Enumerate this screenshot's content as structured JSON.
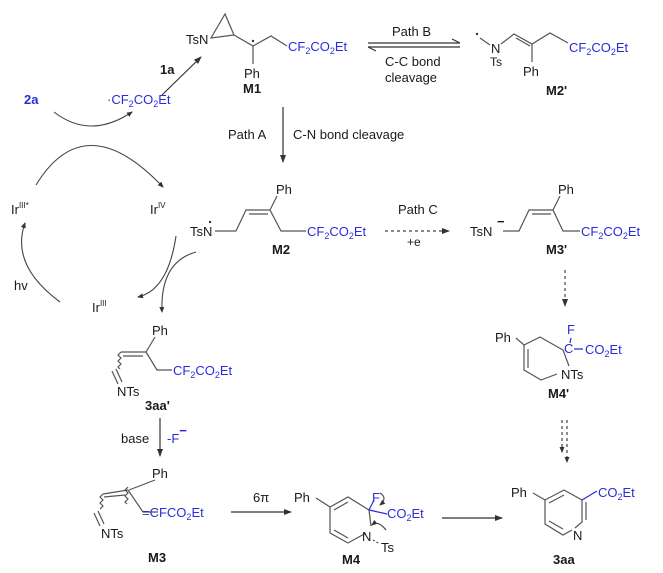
{
  "title": "Proposed mechanism for photoredox aziridine ring-opening / pyridine formation",
  "colors": {
    "highlight": "#2b2bd9",
    "text": "#1a1a1a",
    "bond": "#555555"
  },
  "reagents": {
    "r1a": "1a",
    "r2a": "2a",
    "radical": "·CF2CO2Et",
    "radical_parts": [
      "·CF",
      "2",
      "CO",
      "2",
      "Et"
    ]
  },
  "catalyst": {
    "ir_excited": "Ir",
    "ir_excited_sup": "III*",
    "ir_iv": "Ir",
    "ir_iv_sup": "IV",
    "ir_iii": "Ir",
    "ir_iii_sup": "III",
    "light": "hv"
  },
  "paths": {
    "path_a": "Path A",
    "path_a_desc": "C-N bond cleavage",
    "path_b": "Path B",
    "path_b_desc_1": "C-C bond",
    "path_b_desc_2": "cleavage",
    "path_c": "Path C",
    "path_c_desc": "+e",
    "base": "base",
    "fluoride_loss": "-F",
    "fluoride_charge": "−",
    "six_pi": "6π"
  },
  "intermediates": {
    "M1": {
      "label": "M1",
      "groups": [
        "TsN",
        "Ph",
        "CF",
        "2",
        "CO",
        "2",
        "Et"
      ]
    },
    "M2p": {
      "label": "M2'",
      "groups": [
        "N",
        "Ts",
        "Ph",
        "CF",
        "2",
        "CO",
        "2",
        "Et"
      ]
    },
    "M2": {
      "label": "M2",
      "groups": [
        "TsN",
        "Ph",
        "CF",
        "2",
        "CO",
        "2",
        "Et"
      ]
    },
    "M3p": {
      "label": "M3'",
      "groups": [
        "TsN",
        "−",
        "Ph",
        "CF",
        "2",
        "CO",
        "2",
        "Et"
      ]
    },
    "aa3p": {
      "label": "3aa'",
      "groups": [
        "NTs",
        "Ph",
        "CF",
        "2",
        "CO",
        "2",
        "Et"
      ]
    },
    "M4p": {
      "label": "M4'",
      "groups": [
        "Ph",
        "F",
        "C",
        "CO",
        "2",
        "Et",
        "NTs"
      ]
    },
    "M3": {
      "label": "M3",
      "groups": [
        "NTs",
        "Ph",
        "=CFCO",
        "2",
        "Et"
      ]
    },
    "M4": {
      "label": "M4",
      "groups": [
        "Ph",
        "F",
        "CO",
        "2",
        "Et",
        "N",
        "Ts"
      ]
    },
    "aa3": {
      "label": "3aa",
      "groups": [
        "Ph",
        "CO",
        "2",
        "Et",
        "N"
      ]
    }
  }
}
